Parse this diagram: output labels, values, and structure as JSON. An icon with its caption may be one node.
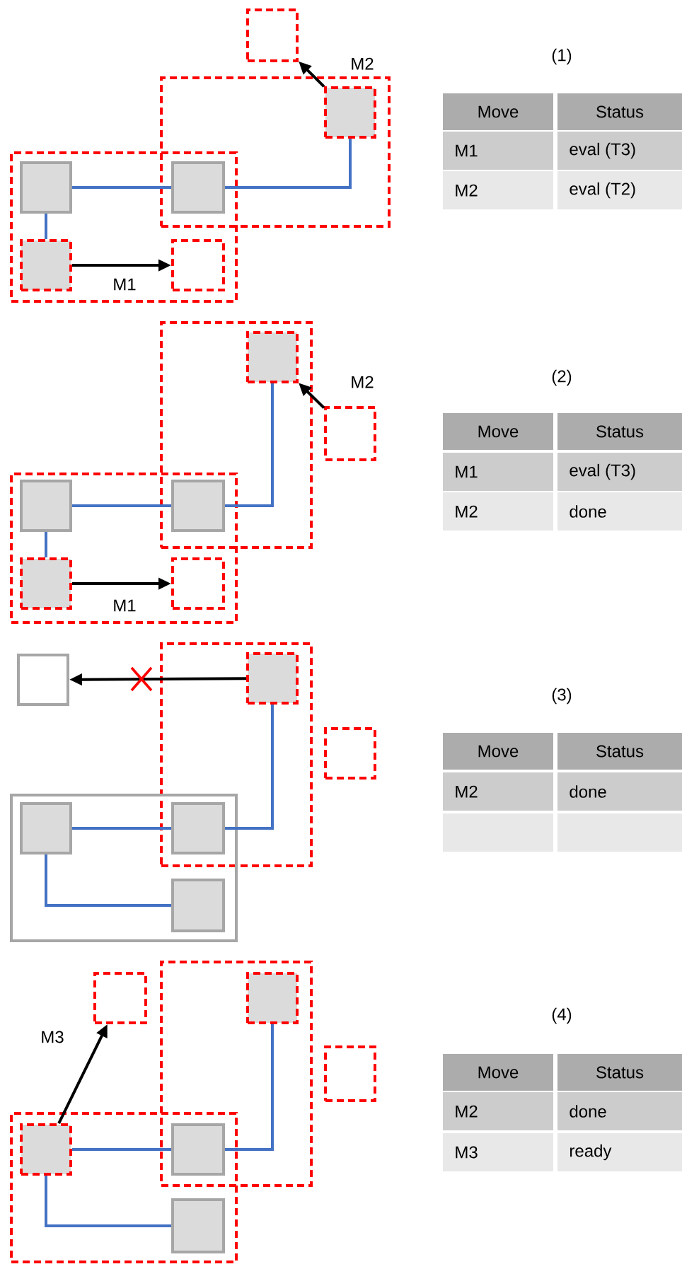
{
  "diagram": {
    "nodes": [
      {
        "text": [],
        "shape": "box"
      },
      {
        "text": [],
        "shape": "box"
      },
      {
        "text": [],
        "shape": "box"
      },
      {
        "text": [],
        "shape": "box",
        "in": 0
      },
      {
        "text": [],
        "shape": "box",
        "in": 1
      },
      {
        "text": [],
        "shape": "box"
      },
      {
        "text": [],
        "shape": "box",
        "in": 1
      },
      {
        "text": [],
        "shape": "box",
        "in": 1
      },
      {
        "text": [],
        "shape": "box"
      },
      {
        "text": [],
        "shape": "box"
      },
      {
        "text": [],
        "shape": "box",
        "in": 8
      },
      {
        "text": [],
        "shape": "box"
      },
      {
        "text": [],
        "shape": "box",
        "in": 9
      },
      {
        "text": [],
        "shape": "box"
      },
      {
        "text": [],
        "shape": "box",
        "in": 9
      },
      {
        "text": [],
        "shape": "box",
        "in": 9
      },
      {
        "text": [],
        "shape": "box"
      },
      {
        "text": [],
        "shape": "box"
      },
      {
        "text": [],
        "shape": "box",
        "in": 17
      },
      {
        "text": [],
        "shape": "box"
      },
      {
        "text": [],
        "shape": "box"
      },
      {
        "text": [],
        "shape": "box",
        "in": 20
      },
      {
        "text": [],
        "shape": "box"
      },
      {
        "text": [],
        "shape": "box",
        "in": 20
      },
      {
        "text": [],
        "shape": "box"
      },
      {
        "text": [],
        "shape": "box"
      },
      {
        "text": [],
        "shape": "box",
        "in": 25
      },
      {
        "text": [],
        "shape": "box"
      },
      {
        "text": [],
        "shape": "box"
      },
      {
        "text": [],
        "shape": "box",
        "in": 28
      },
      {
        "text": [],
        "shape": "box"
      },
      {
        "text": [],
        "shape": "box",
        "in": 28
      }
    ],
    "edges": [
      {
        "from": 4,
        "to": 5,
        "arrow": "none"
      },
      {
        "from": 4,
        "to": 6,
        "arrow": "none"
      },
      {
        "from": 5,
        "to": 3,
        "arrow": "none"
      },
      {
        "from": 6,
        "to": 7,
        "arrow": "to",
        "label": "M1",
        "color": "#000000"
      },
      {
        "from": 3,
        "to": 2,
        "arrow": "to",
        "label": "M2",
        "color": "#000000"
      },
      {
        "from": 12,
        "to": 13,
        "arrow": "none"
      },
      {
        "from": 12,
        "to": 14,
        "arrow": "none"
      },
      {
        "from": 13,
        "to": 10,
        "arrow": "none"
      },
      {
        "from": 14,
        "to": 15,
        "arrow": "to",
        "label": "M1",
        "color": "#000000"
      },
      {
        "from": 11,
        "to": 10,
        "arrow": "to",
        "label": "M2",
        "color": "#000000"
      },
      {
        "from": 18,
        "to": 16,
        "arrow": "to",
        "color": "#000000"
      },
      {
        "from": 21,
        "to": 22,
        "arrow": "none"
      },
      {
        "from": 22,
        "to": 18,
        "arrow": "none"
      },
      {
        "from": 21,
        "to": 23,
        "arrow": "none"
      },
      {
        "from": 29,
        "to": 24,
        "arrow": "to",
        "label": "M3",
        "color": "#000000"
      },
      {
        "from": 29,
        "to": 30,
        "arrow": "none"
      },
      {
        "from": 30,
        "to": 26,
        "arrow": "none"
      },
      {
        "from": 29,
        "to": 31,
        "arrow": "none"
      }
    ],
    "labels": [
      "(1)",
      "Move",
      "Status",
      "M1",
      "eval (T3)",
      "M2",
      "eval (T2)",
      "(2)",
      "Move",
      "Status",
      "M1",
      "eval (T3)",
      "M2",
      "done",
      "(3)",
      "Move",
      "Status",
      "M2",
      "done",
      "(4)",
      "Move",
      "Status",
      "M2",
      "done",
      "M3",
      "ready"
    ]
  }
}
